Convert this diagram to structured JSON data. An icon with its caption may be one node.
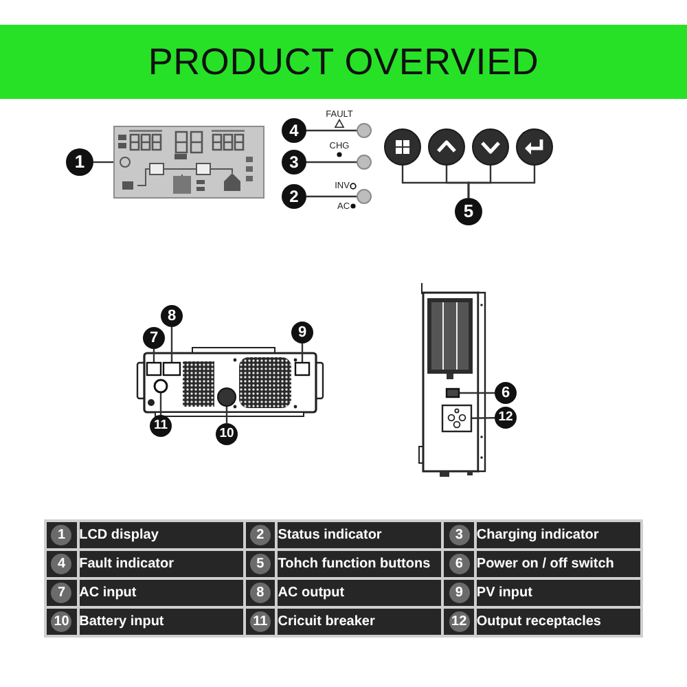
{
  "diagram": {
    "title": "PRODUCT OVERVIED",
    "nodes": [
      {
        "text": [
          "1"
        ]
      },
      {
        "text": [],
        "shape": "picture"
      },
      {
        "text": [
          "4"
        ]
      },
      {
        "text": [],
        "shape": "circle",
        "beside": [
          "FAULT"
        ]
      },
      {
        "text": [
          "3"
        ]
      },
      {
        "text": [],
        "shape": "circle",
        "beside": [
          "CHG"
        ]
      },
      {
        "text": [
          "2"
        ]
      },
      {
        "text": [],
        "shape": "circle",
        "beside": [
          "INV",
          "AC"
        ]
      },
      {
        "text": [
          "5"
        ]
      },
      {
        "text": [],
        "shape": "circle"
      },
      {
        "text": [],
        "shape": "circle"
      },
      {
        "text": [],
        "shape": "circle"
      },
      {
        "text": [],
        "shape": "circle"
      },
      {
        "text": [
          "7"
        ]
      },
      {
        "text": [],
        "shape": "box"
      },
      {
        "text": [
          "8"
        ]
      },
      {
        "text": [],
        "shape": "box"
      },
      {
        "text": [
          "9"
        ]
      },
      {
        "text": [],
        "shape": "box"
      },
      {
        "text": [
          "11"
        ]
      },
      {
        "text": [],
        "shape": "circle"
      },
      {
        "text": [
          "10"
        ]
      },
      {
        "text": [],
        "shape": "circle"
      },
      {
        "text": [
          "6"
        ]
      },
      {
        "text": [],
        "shape": "box"
      },
      {
        "text": [
          "12"
        ]
      },
      {
        "text": [],
        "shape": "box"
      }
    ],
    "edges": [
      {
        "from": 0,
        "to": 1,
        "arrow": "none"
      },
      {
        "from": 2,
        "to": 3,
        "arrow": "none"
      },
      {
        "from": 4,
        "to": 5,
        "arrow": "none"
      },
      {
        "from": 6,
        "to": 7,
        "arrow": "none"
      },
      {
        "from": 8,
        "to": 9,
        "arrow": "none"
      },
      {
        "from": 8,
        "to": 10,
        "arrow": "none"
      },
      {
        "from": 8,
        "to": 11,
        "arrow": "none"
      },
      {
        "from": 8,
        "to": 12,
        "arrow": "none"
      },
      {
        "from": 13,
        "to": 14,
        "arrow": "none"
      },
      {
        "from": 15,
        "to": 16,
        "arrow": "none"
      },
      {
        "from": 17,
        "to": 18,
        "arrow": "none"
      },
      {
        "from": 19,
        "to": 20,
        "arrow": "none"
      },
      {
        "from": 21,
        "to": 22,
        "arrow": "none"
      },
      {
        "from": 23,
        "to": 24,
        "arrow": "none"
      },
      {
        "from": 25,
        "to": 26,
        "arrow": "none"
      }
    ],
    "labels": [
      "1",
      "LCD display",
      "2",
      "Status indicator",
      "3",
      "Charging indicator",
      "4",
      "Fault indicator",
      "5",
      "Tohch function buttons",
      "6",
      "Power on / off switch",
      "7",
      "AC input",
      "8",
      "AC output",
      "9",
      "PV input",
      "10",
      "Battery input",
      "11",
      "Cricuit breaker",
      "12",
      "Output receptacles"
    ]
  }
}
